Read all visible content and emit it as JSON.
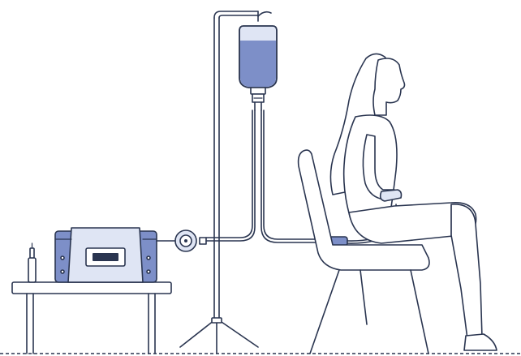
{
  "palette": {
    "line": "#2a3550",
    "accent": "#7d8fc8",
    "accent_light": "#dfe5f4",
    "background": "#ffffff"
  },
  "icons": {
    "iv_stand": "iv-stand",
    "iv_bag": "iv-bag",
    "pump": "infusion-pump",
    "pressure_gauge": "pressure-gauge",
    "patient": "seated-patient",
    "chair": "chair",
    "table": "side-table"
  }
}
